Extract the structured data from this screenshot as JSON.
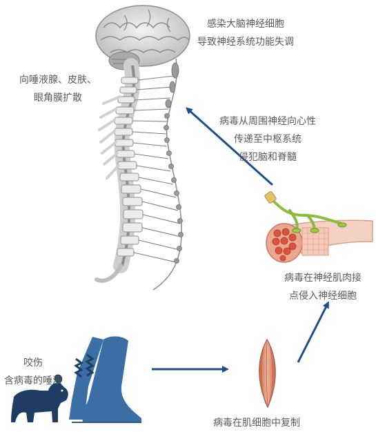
{
  "labels": {
    "brain_infection": [
      "感染大脑神经细胞",
      "导致神经系统功能失调"
    ],
    "saliva_skin": [
      "向唾液腺、皮肤、",
      "眼角膜扩散"
    ],
    "centripetal": [
      "病毒从周围神经向心性",
      "传递至中枢系统",
      "侵犯脑和脊髓"
    ],
    "junction_invasion": [
      "病毒在神经肌肉接",
      "点侵入神经细胞"
    ],
    "bite": [
      "咬伤",
      "含病毒的唾液"
    ],
    "muscle_replication": [
      "病毒在肌细胞中复制"
    ]
  },
  "colors": {
    "arrow": "#1b4f8a",
    "leg": "#3a6ea5",
    "dog": "#1f3d63",
    "nerve": "#8dbb3f",
    "muscle": "#e8a48a",
    "bone": "#d6d6d6"
  },
  "icons": [
    "brain-icon",
    "spinal-cord-icon",
    "muscle-fiber-icon",
    "muscle-cell-icon",
    "leg-icon",
    "dog-icon",
    "bite-mark-icon"
  ]
}
